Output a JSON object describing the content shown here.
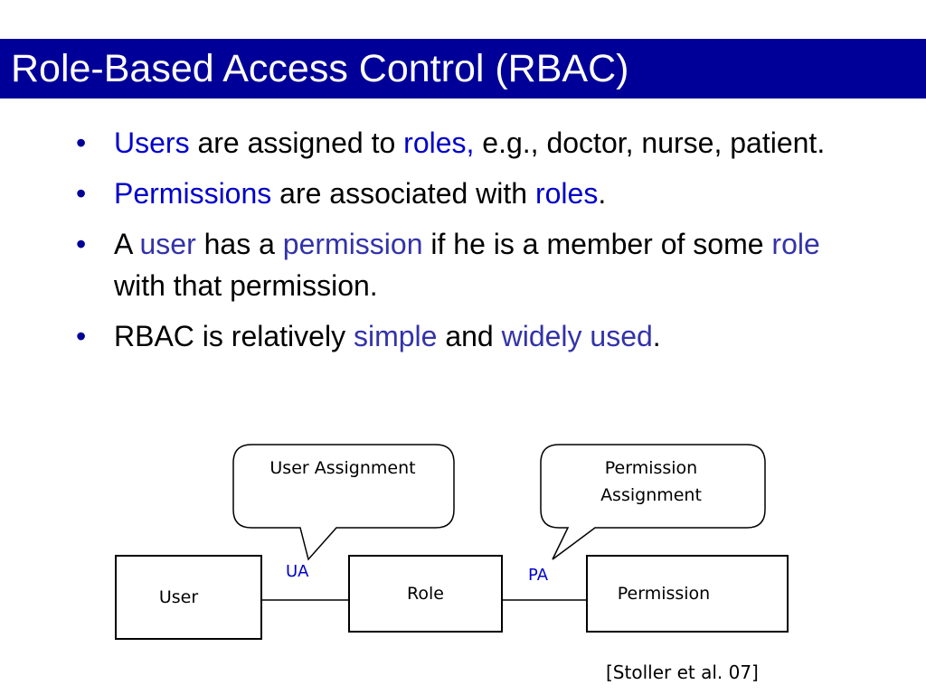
{
  "slide": {
    "title": "Role-Based Access Control (RBAC)"
  },
  "bullets": [
    {
      "parts": [
        {
          "text": "Users",
          "style": "accent-blue"
        },
        {
          "text": " are assigned to ",
          "style": ""
        },
        {
          "text": "roles,",
          "style": "accent-blue"
        },
        {
          "text": " e.g., doctor, nurse, patient.",
          "style": ""
        }
      ]
    },
    {
      "parts": [
        {
          "text": "Permissions",
          "style": "accent-blue"
        },
        {
          "text": " are associated with ",
          "style": ""
        },
        {
          "text": "roles",
          "style": "accent-blue"
        },
        {
          "text": ".",
          "style": ""
        }
      ]
    },
    {
      "parts": [
        {
          "text": "A ",
          "style": ""
        },
        {
          "text": "user",
          "style": "accent-purple"
        },
        {
          "text": " has a ",
          "style": ""
        },
        {
          "text": "permission",
          "style": "accent-purple"
        },
        {
          "text": " if he is a member of some ",
          "style": ""
        },
        {
          "text": "role",
          "style": "accent-purple"
        },
        {
          "text": " with that permission.",
          "style": ""
        }
      ]
    },
    {
      "parts": [
        {
          "text": "RBAC is relatively ",
          "style": ""
        },
        {
          "text": "simple",
          "style": "accent-purple"
        },
        {
          "text": " and ",
          "style": ""
        },
        {
          "text": "widely used",
          "style": "accent-purple"
        },
        {
          "text": ".",
          "style": ""
        }
      ]
    }
  ],
  "diagram": {
    "user_label": "User",
    "role_label": "Role",
    "permission_label": "Permission",
    "ua_label": "UA",
    "pa_label": "PA",
    "ua_callout": "User Assignment",
    "pa_callout_line1": "Permission",
    "pa_callout_line2": "Assignment"
  },
  "citation": "[Stoller et al. 07]",
  "colors": {
    "title_bar": "#000099",
    "accent_blue": "#0000cc",
    "accent_purple": "#3333aa"
  }
}
